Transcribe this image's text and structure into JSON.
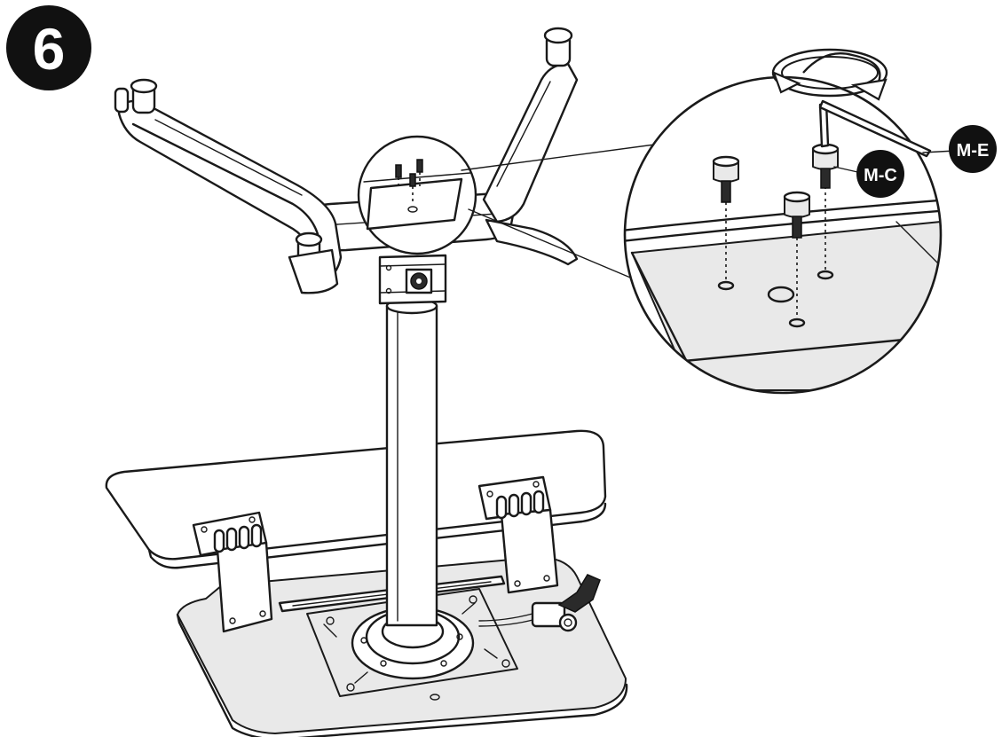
{
  "step": {
    "number": "6"
  },
  "callouts": [
    {
      "id": "M-E",
      "text": "M-E"
    },
    {
      "id": "M-C",
      "text": "M-C"
    }
  ],
  "icons": [
    "rotate-arrow-icon"
  ],
  "colors": {
    "ink": "#1a1a1a",
    "badge": "#111111",
    "badge_text": "#ffffff",
    "panel": "#ffffff"
  }
}
